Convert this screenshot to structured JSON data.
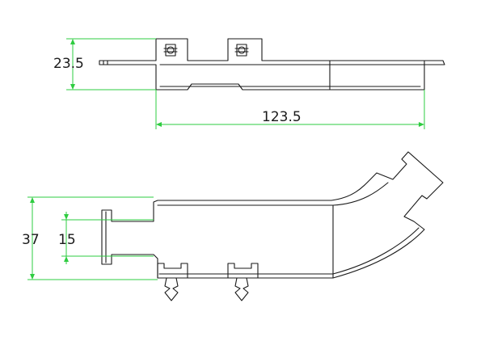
{
  "dimensions": {
    "top_height": "23.5",
    "top_length": "123.5",
    "bottom_height": "37",
    "bottom_inner_height": "15"
  },
  "colors": {
    "dimension_lines": "#2ecc40",
    "part_outline": "#1a1a1a",
    "background": "#ffffff"
  }
}
